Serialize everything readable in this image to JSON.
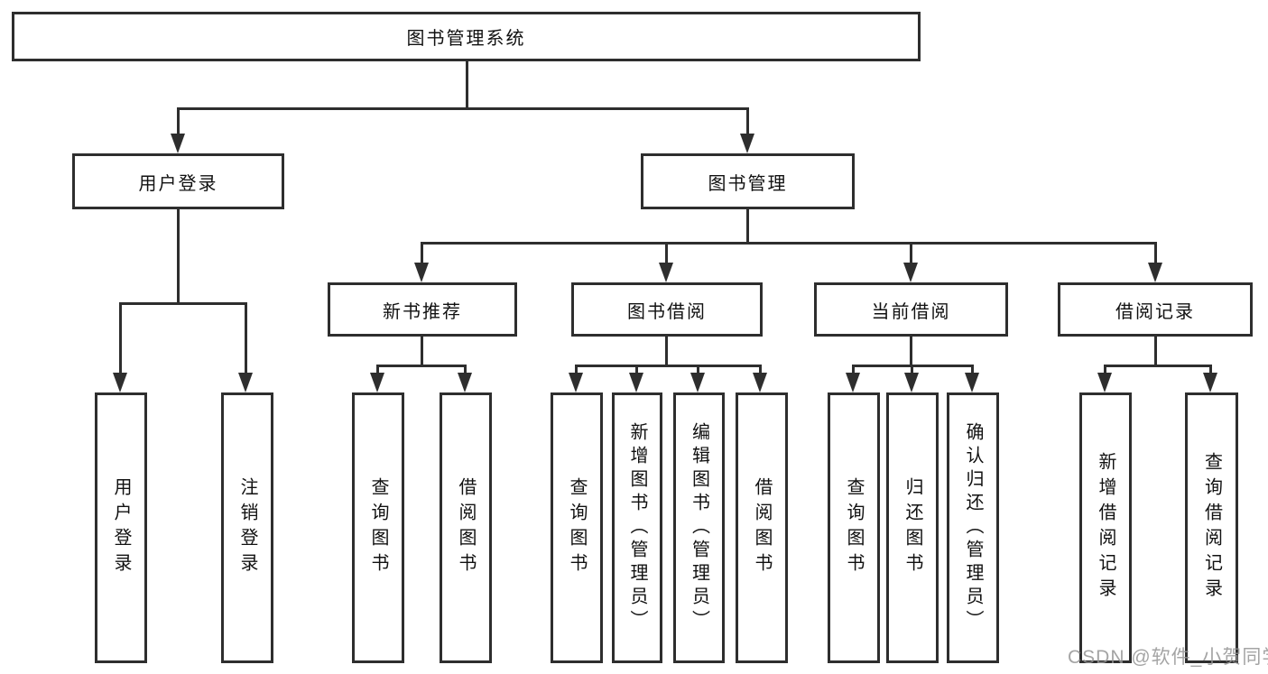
{
  "tree": {
    "root": {
      "label": "图书管理系统",
      "children": [
        {
          "label": "用户登录",
          "children": [
            {
              "label": "用户登录"
            },
            {
              "label": "注销登录"
            }
          ]
        },
        {
          "label": "图书管理",
          "children": [
            {
              "label": "新书推荐",
              "children": [
                {
                  "label": "查询图书"
                },
                {
                  "label": "借阅图书"
                }
              ]
            },
            {
              "label": "图书借阅",
              "children": [
                {
                  "label": "查询图书"
                },
                {
                  "label": "新增图书（管理员）"
                },
                {
                  "label": "编辑图书（管理员）"
                },
                {
                  "label": "借阅图书"
                }
              ]
            },
            {
              "label": "当前借阅",
              "children": [
                {
                  "label": "查询图书"
                },
                {
                  "label": "归还图书"
                },
                {
                  "label": "确认归还（管理员）"
                }
              ]
            },
            {
              "label": "借阅记录",
              "children": [
                {
                  "label": "新增借阅记录"
                },
                {
                  "label": "查询借阅记录"
                }
              ]
            }
          ]
        }
      ]
    }
  },
  "watermark": "CSDN @软件_小贺同学",
  "colors": {
    "line": "#2e2e2e",
    "text": "#111111",
    "background": "#ffffff",
    "watermark": "#949494"
  }
}
